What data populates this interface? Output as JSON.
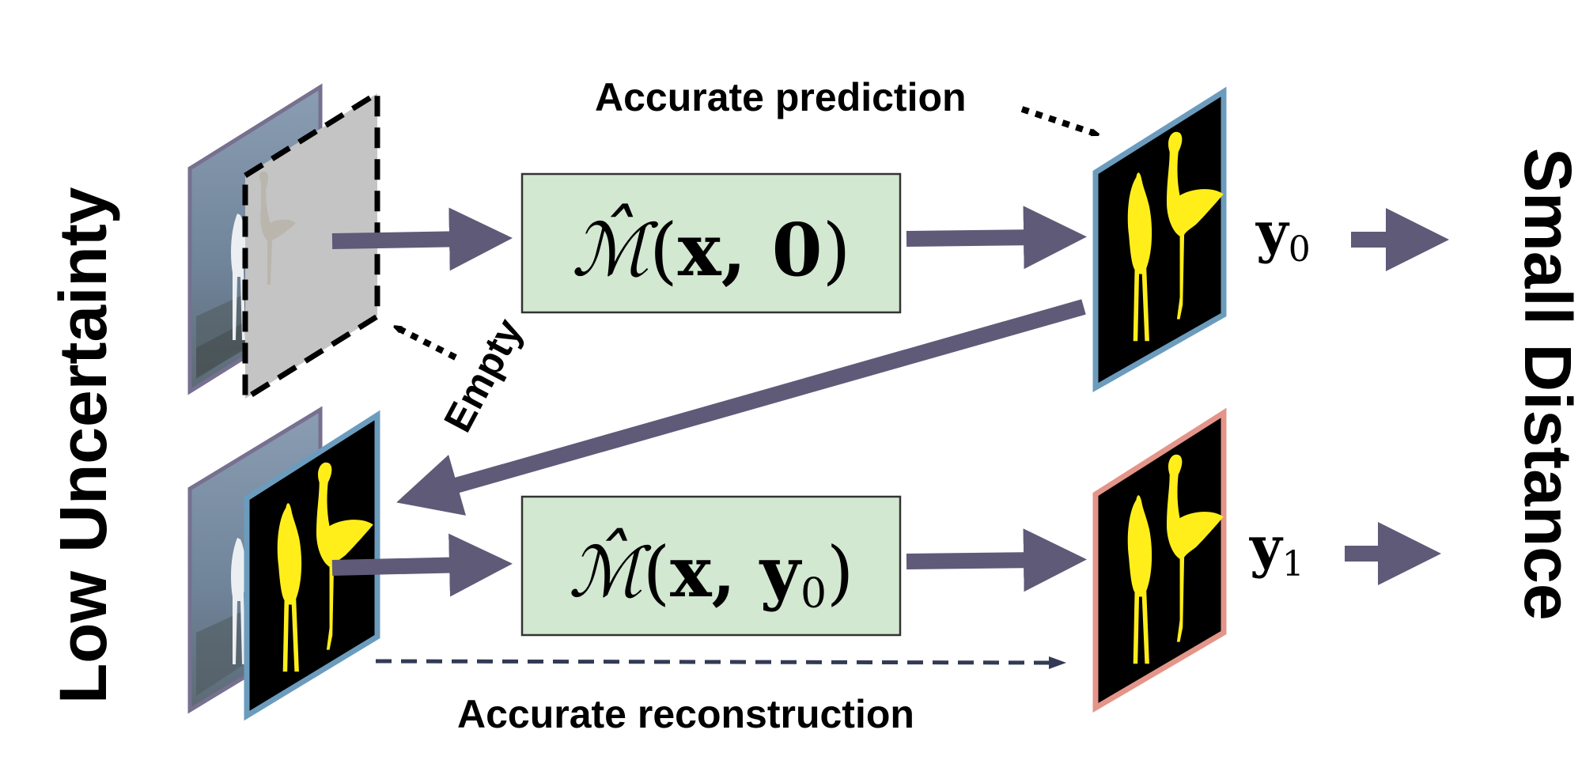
{
  "labels": {
    "left_vertical": "Low Uncertainty",
    "right_vertical": "Small Distance",
    "top_annotation": "Accurate prediction",
    "empty_annotation": "Empty",
    "bottom_annotation": "Accurate reconstruction"
  },
  "model_boxes": [
    {
      "func": "ℳ̂",
      "open": "(",
      "args": "x, 0",
      "sub": "",
      "close": ")"
    },
    {
      "func": "ℳ̂",
      "open": "(",
      "args": "x, y",
      "sub": "0",
      "close": ")"
    }
  ],
  "outputs": [
    {
      "var": "y",
      "sub": "0"
    },
    {
      "var": "y",
      "sub": "1"
    }
  ],
  "colors": {
    "arrow": "#5f5a78",
    "box_fill": "#d2e8d0",
    "box_stroke": "#333333",
    "frame_input": "#77708f",
    "frame_pred": "#6c9cbd",
    "frame_recon": "#e4958a",
    "mask_fill": "#ffee1a",
    "empty_fill": "#c4c4c4",
    "water": "#7b8fa6",
    "dashed_line": "#333a55"
  }
}
